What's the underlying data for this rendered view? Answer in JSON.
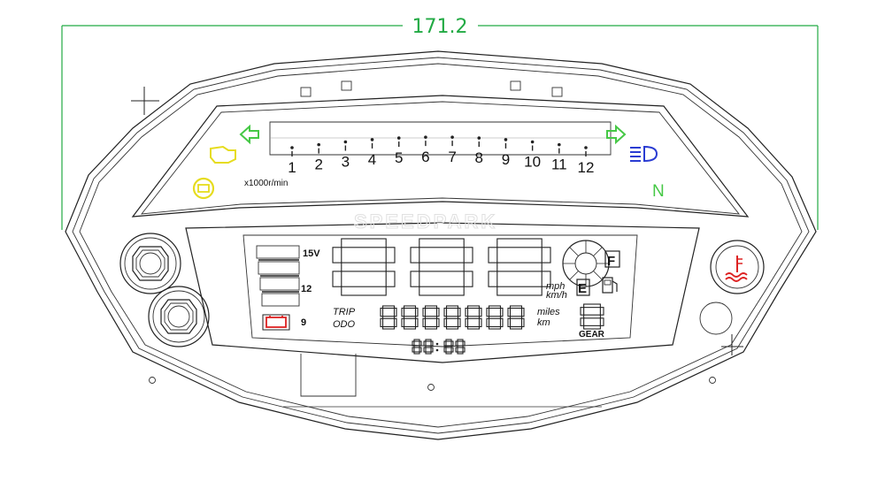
{
  "dimension": {
    "label": "171.2"
  },
  "tachometer": {
    "unit_label": "x1000r/min",
    "ticks": [
      "1",
      "2",
      "3",
      "4",
      "5",
      "6",
      "7",
      "8",
      "9",
      "10",
      "11",
      "12"
    ]
  },
  "battery_gauge": {
    "labels": [
      "15V",
      "12",
      "9"
    ]
  },
  "speed": {
    "unit_top": "mph",
    "unit_bottom": "km/h"
  },
  "trip_odo": {
    "label_top": "TRIP",
    "label_bottom": "ODO",
    "unit_top": "miles",
    "unit_bottom": "km"
  },
  "gear": {
    "label": "GEAR"
  },
  "fuel": {
    "full_label": "F",
    "empty_label": "E"
  },
  "indicators": {
    "neutral_label": "N"
  },
  "watermark": {
    "text": "SPEEDPARK"
  },
  "colors": {
    "dimension": "#22aa44",
    "engine_warning": "#e6dc1e",
    "turn_signal": "#46c846",
    "high_beam": "#2a3cd2",
    "neutral": "#46c846",
    "battery_warning": "#dd2222",
    "coolant": "#dd2222"
  },
  "icons": {
    "engine_warning": "engine-warning-icon",
    "oil_warning": "oil-warning-icon",
    "left_turn": "left-turn-arrow-icon",
    "right_turn": "right-turn-arrow-icon",
    "high_beam": "high-beam-icon",
    "battery": "battery-warning-icon",
    "fuel_pump": "fuel-pump-icon",
    "coolant": "coolant-temperature-icon"
  }
}
